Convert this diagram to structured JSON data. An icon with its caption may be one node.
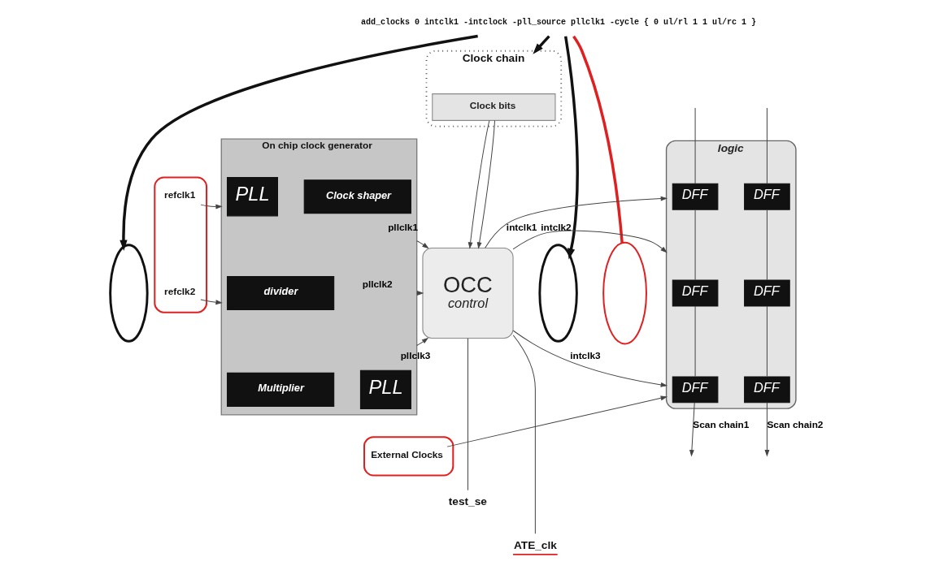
{
  "diagram": {
    "nodes": [
      {
        "text": [
          "add_clocks 0 intclk1 -intclock -pll_source pllclk1 -cycle { 0 ul/rl 1 1 ul/rc 1 }"
        ]
      },
      {
        "text": [
          "Clock chain"
        ]
      },
      {
        "text": [
          "Clock bits"
        ],
        "in": 1
      },
      {
        "text": [
          "On chip clock generator"
        ]
      },
      {
        "text": [
          "PLL"
        ],
        "in": 3
      },
      {
        "text": [
          "Clock shaper"
        ],
        "in": 3
      },
      {
        "text": [
          "divider"
        ],
        "in": 3
      },
      {
        "text": [
          "PLL"
        ],
        "in": 3
      },
      {
        "text": [
          "Multiplier"
        ],
        "in": 3
      },
      {
        "text": [],
        "shape": "ellipse"
      },
      {
        "text": [
          "refclk1"
        ],
        "in": 9
      },
      {
        "text": [
          "refclk2"
        ],
        "in": 9
      },
      {
        "text": [],
        "shape": "ellipse"
      },
      {
        "text": [
          "OCC",
          "control"
        ]
      },
      {
        "text": [],
        "shape": "ellipse"
      },
      {
        "text": [],
        "shape": "ellipse"
      },
      {
        "text": [
          "logic"
        ]
      },
      {
        "text": [
          "DFF"
        ],
        "in": 16
      },
      {
        "text": [
          "DFF"
        ],
        "in": 16
      },
      {
        "text": [
          "DFF"
        ],
        "in": 16
      },
      {
        "text": [
          "DFF"
        ],
        "in": 16
      },
      {
        "text": [
          "DFF"
        ],
        "in": 16
      },
      {
        "text": [
          "DFF"
        ],
        "in": 16
      },
      {
        "text": [],
        "shape": "ellipse"
      },
      {
        "text": [
          "External Clocks"
        ],
        "in": 23
      },
      {
        "text": [
          "test_se"
        ]
      },
      {
        "text": [
          "ATE_clk"
        ]
      }
    ],
    "edges": [
      {
        "from": 0,
        "to": 12,
        "arrow": "to",
        "style": "thick",
        "color": "#111111"
      },
      {
        "from": 0,
        "to": 14,
        "arrow": "to",
        "style": "thick",
        "color": "#111111"
      },
      {
        "from": 0,
        "to": 15,
        "arrow": "none",
        "style": "thick",
        "color": "#e02020"
      },
      {
        "from": 0,
        "to": 1,
        "arrow": "to",
        "style": "thick",
        "color": "#111111"
      },
      {
        "from": 2,
        "to": 13,
        "arrow": "to"
      },
      {
        "from": 2,
        "to": 13,
        "arrow": "to"
      },
      {
        "from": 10,
        "to": 3,
        "arrow": "to"
      },
      {
        "from": 11,
        "to": 3,
        "arrow": "to"
      },
      {
        "from": 3,
        "to": 13,
        "arrow": "to",
        "label": "pllclk1"
      },
      {
        "from": 3,
        "to": 13,
        "arrow": "to",
        "label": "pllclk2"
      },
      {
        "from": 3,
        "to": 13,
        "arrow": "to",
        "label": "pllclk3"
      },
      {
        "from": 13,
        "to": 16,
        "arrow": "to",
        "label": "intclk1"
      },
      {
        "from": 13,
        "to": 16,
        "arrow": "to",
        "label": "intclk2"
      },
      {
        "from": 13,
        "to": 16,
        "arrow": "to",
        "label": "intclk3"
      },
      {
        "from": 24,
        "to": 16,
        "arrow": "to"
      },
      {
        "from": 13,
        "to": 25,
        "arrow": "none"
      },
      {
        "from": 13,
        "to": 26,
        "arrow": "none"
      },
      {
        "from": null,
        "to": 17,
        "arrow": "none"
      },
      {
        "from": 17,
        "to": 19,
        "arrow": "none"
      },
      {
        "from": 19,
        "to": 21,
        "arrow": "none"
      },
      {
        "from": 21,
        "to": null,
        "arrow": "to",
        "label": "Scan chain1"
      },
      {
        "from": null,
        "to": 18,
        "arrow": "none"
      },
      {
        "from": 18,
        "to": 20,
        "arrow": "none"
      },
      {
        "from": 20,
        "to": 22,
        "arrow": "none"
      },
      {
        "from": 22,
        "to": null,
        "arrow": "to",
        "label": "Scan chain2"
      }
    ]
  }
}
